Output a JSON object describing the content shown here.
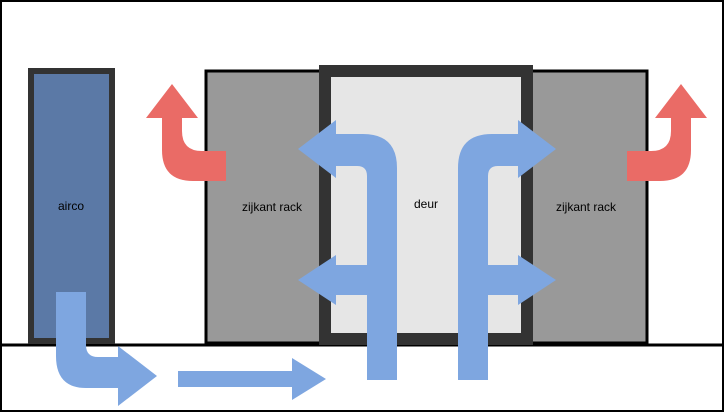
{
  "labels": {
    "airco": "airco",
    "side_left": "zijkant rack",
    "door": "deur",
    "side_right": "zijkant rack"
  },
  "colors": {
    "airco_fill": "#5B79A6",
    "frame": "#333333",
    "rack_side": "#999999",
    "door_fill": "#E6E6E6",
    "cold_air": "#7EA6E0",
    "hot_air": "#EA6B66"
  }
}
